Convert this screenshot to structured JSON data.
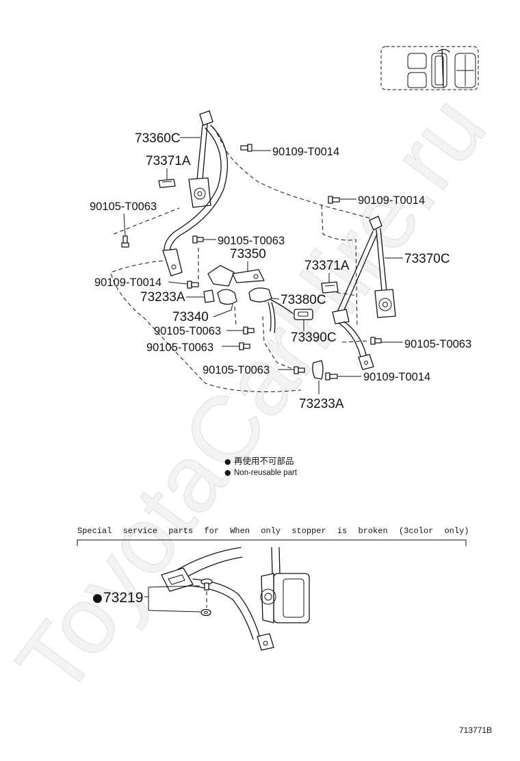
{
  "watermark": "ToyotaCarHire.ru",
  "callouts": [
    "73360C",
    "90109-T0014",
    "73371A",
    "90105-T0063",
    "90109-T0014",
    "90105-T0063",
    "73350",
    "73370C",
    "73371A",
    "90109-T0014",
    "73233A",
    "73380C",
    "73340",
    "90105-T0063",
    "73390C",
    "90105-T0063",
    "90105-T0063",
    "90105-T0063",
    "90109-T0014",
    "73233A"
  ],
  "legend": {
    "marker": "●",
    "ja": "再使用不可部品",
    "en": "Non-reusable part"
  },
  "service_section": {
    "note": "Special service parts for When only stopper is broken (3color only)",
    "part": "73219"
  },
  "figure_code": "713771B",
  "colors": {
    "line": "#111111",
    "watermark": "#e2e2e2"
  }
}
